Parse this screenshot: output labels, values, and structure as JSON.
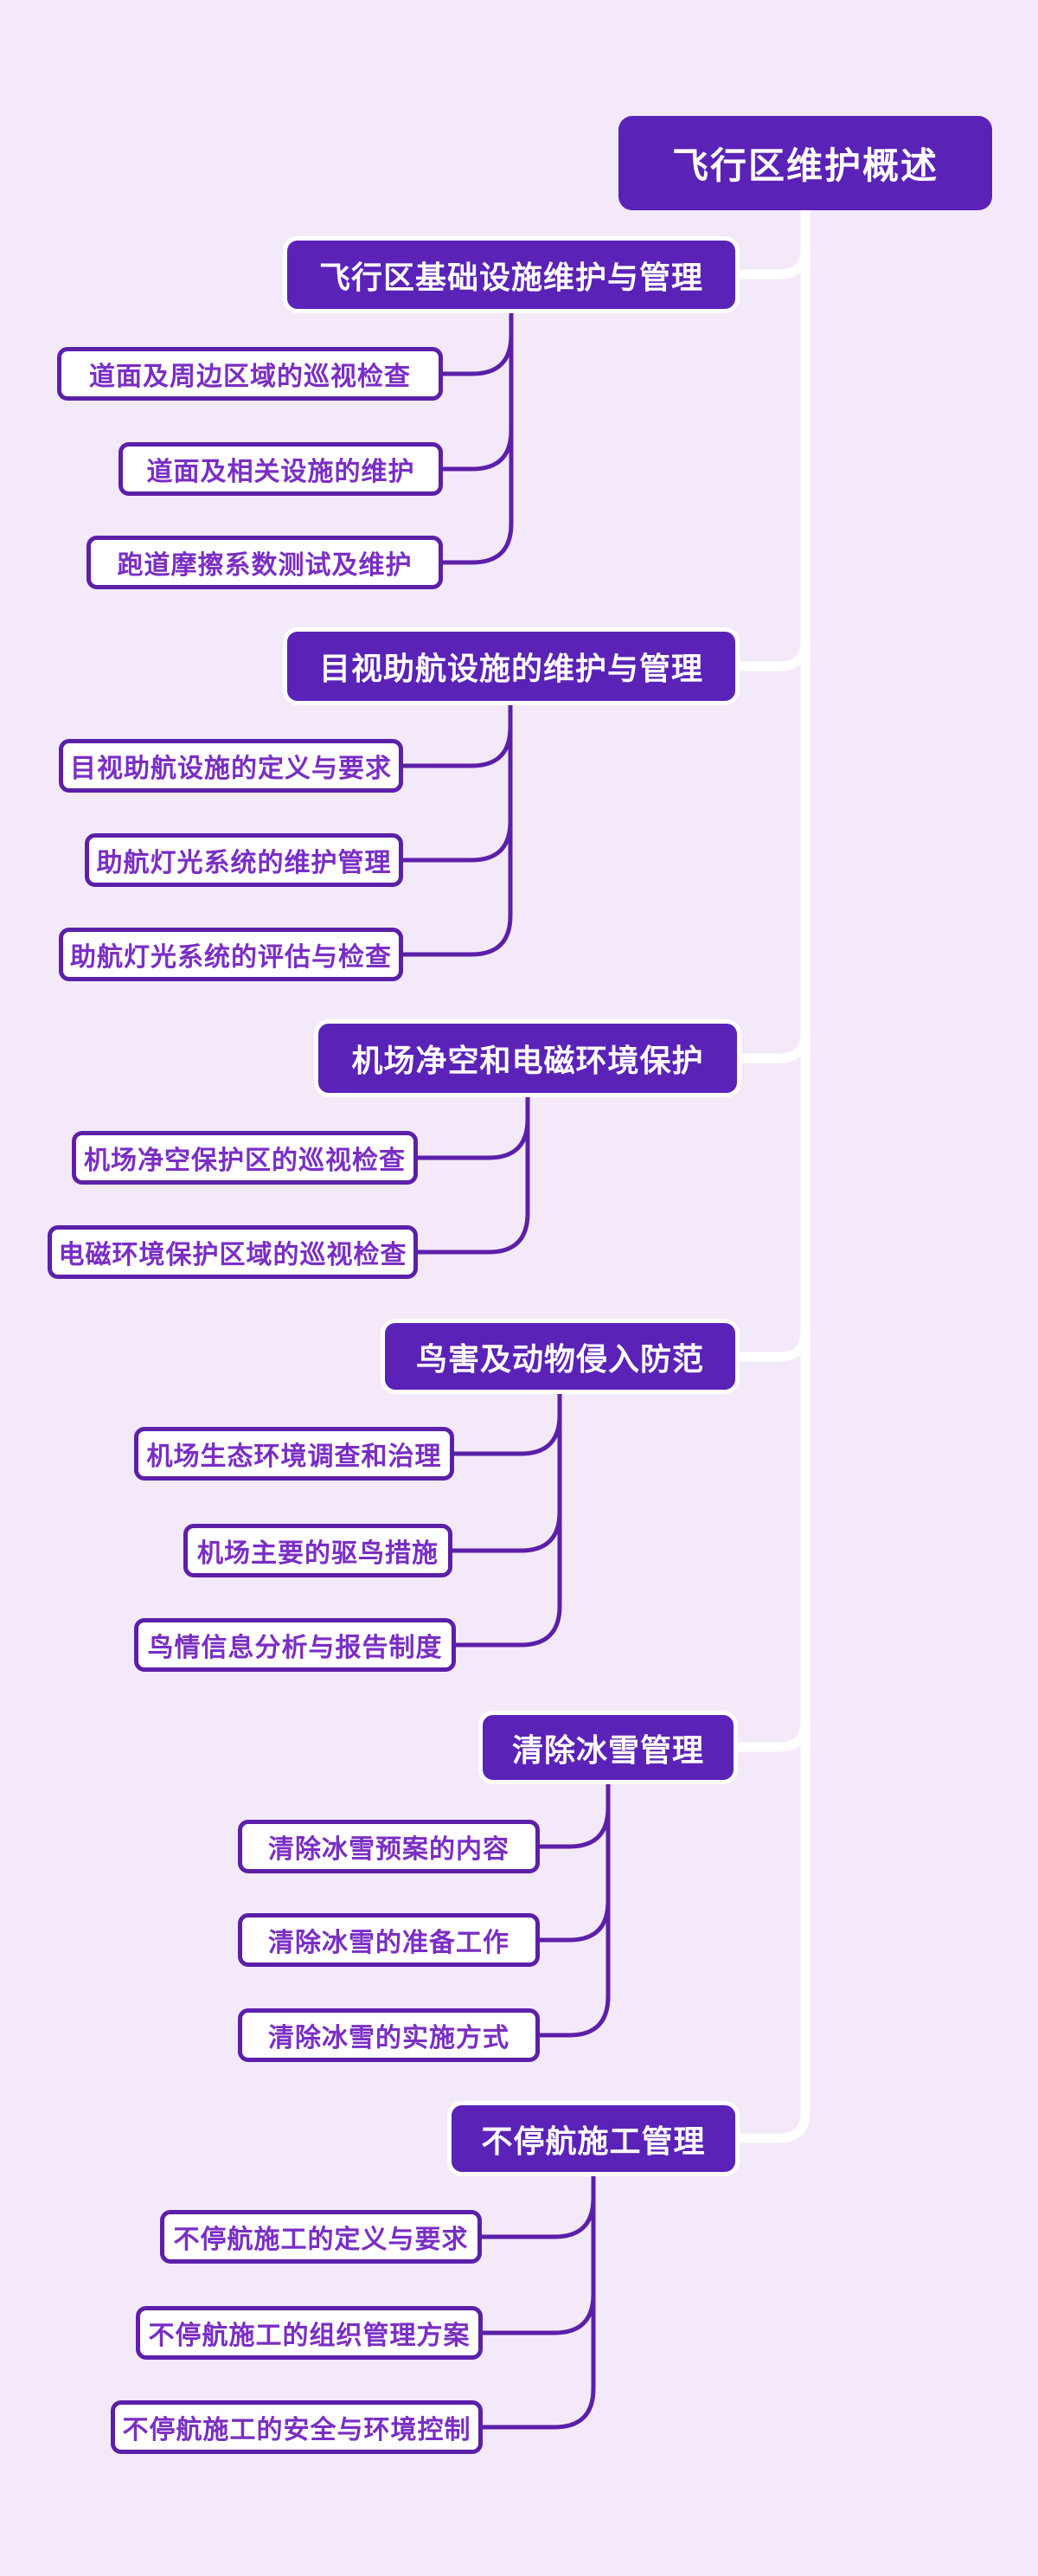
{
  "title": "飞行区维护概述",
  "colors": {
    "background": "#F4E9F8",
    "node_fill": "#5B22B8",
    "node_text": "#FFFFFF",
    "child_fill": "#FFFFFF",
    "child_border": "#5C1FA9",
    "child_text": "#7A2EC5",
    "trunk_white": "#FFFFFF",
    "connector_purple": "#5C1FA9"
  },
  "mindmap": {
    "root": "飞行区维护概述",
    "branches": [
      {
        "label": "飞行区基础设施维护与管理",
        "children": [
          "道面及周边区域的巡视检查",
          "道面及相关设施的维护",
          "跑道摩擦系数测试及维护"
        ]
      },
      {
        "label": "目视助航设施的维护与管理",
        "children": [
          "目视助航设施的定义与要求",
          "助航灯光系统的维护管理",
          "助航灯光系统的评估与检查"
        ]
      },
      {
        "label": "机场净空和电磁环境保护",
        "children": [
          "机场净空保护区的巡视检查",
          "电磁环境保护区域的巡视检查"
        ]
      },
      {
        "label": "鸟害及动物侵入防范",
        "children": [
          "机场生态环境调查和治理",
          "机场主要的驱鸟措施",
          "鸟情信息分析与报告制度"
        ]
      },
      {
        "label": "清除冰雪管理",
        "children": [
          "清除冰雪预案的内容",
          "清除冰雪的准备工作",
          "清除冰雪的实施方式"
        ]
      },
      {
        "label": "不停航施工管理",
        "children": [
          "不停航施工的定义与要求",
          "不停航施工的组织管理方案",
          "不停航施工的安全与环境控制"
        ]
      }
    ]
  }
}
